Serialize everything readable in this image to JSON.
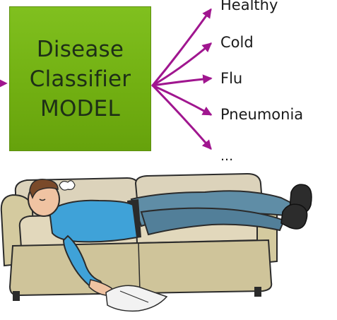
{
  "model": {
    "lines": [
      "Disease",
      "Classifier",
      "MODEL"
    ]
  },
  "outputs": [
    {
      "label": "Healthy"
    },
    {
      "label": "Cold"
    },
    {
      "label": "Flu"
    },
    {
      "label": "Pneumonia"
    },
    {
      "label": "..."
    }
  ],
  "colors": {
    "model_fill": "#72b012",
    "model_border": "#5d8f0e",
    "arrow": "#a0168f",
    "text": "#1a1a1a"
  },
  "illustration": {
    "subject": "man-sleeping-on-couch-icon"
  }
}
